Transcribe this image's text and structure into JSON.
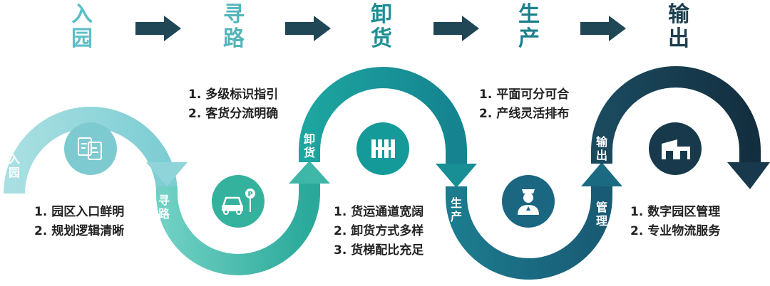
{
  "stages": [
    {
      "title": [
        "入",
        "园"
      ],
      "color": "#5bbfc8"
    },
    {
      "title": [
        "寻",
        "路"
      ],
      "color": "#52b5b9"
    },
    {
      "title": [
        "卸",
        "货"
      ],
      "color": "#1b8e94"
    },
    {
      "title": [
        "生",
        "产"
      ],
      "color": "#1f7f8c"
    },
    {
      "title": [
        "输",
        "出"
      ],
      "color": "#1d3f50"
    }
  ],
  "notes": {
    "ruyuan": [
      "1. 园区入口鲜明",
      "2. 规划逻辑清晰"
    ],
    "xunlu": [
      "1. 多级标识指引",
      "2. 客货分流明确"
    ],
    "xiehuo": [
      "1. 货运通道宽阔",
      "2. 卸货方式多样",
      "3. 货梯配比充足"
    ],
    "shengchan": [
      "1. 平面可分可合",
      "2. 产线灵活排布"
    ],
    "shuchu": [
      "1. 数字园区管理",
      "2. 专业物流服务"
    ]
  },
  "band_labels": {
    "ruyuan": [
      "入",
      "园"
    ],
    "xunlu": [
      "寻",
      "路"
    ],
    "xiehuo": [
      "卸",
      "货"
    ],
    "shengchan": [
      "生",
      "产"
    ],
    "shuchu": [
      "输",
      "出"
    ],
    "guanli": [
      "管",
      "理"
    ]
  },
  "icons": [
    "map-icon",
    "car-parking-icon",
    "loading-dock-icon",
    "worker-icon",
    "warehouse-icon"
  ],
  "colors": {
    "band1": "#8fd4d8",
    "band2": "#3fb7a8",
    "band3": "#178f95",
    "band4": "#1a6b82",
    "band5": "#17394b",
    "header_arrow": "#1f4756"
  }
}
